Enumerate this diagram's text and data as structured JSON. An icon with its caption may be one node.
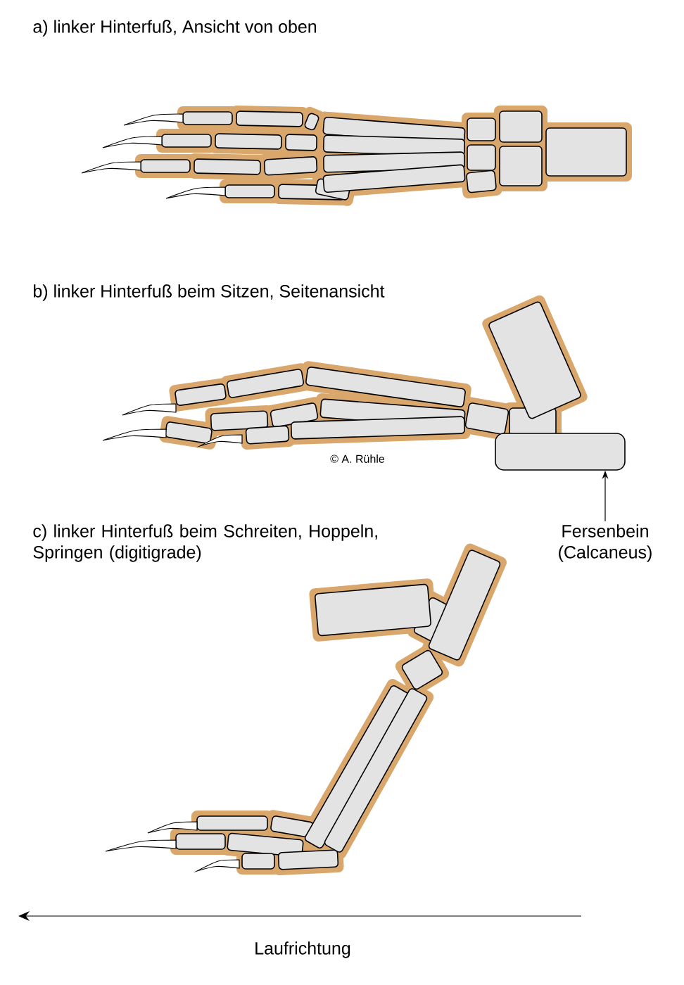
{
  "diagram": {
    "nodes": [
      {
        "text": [
          "Fersenbein (Calcaneus)"
        ]
      },
      {
        "text": [],
        "shape": "box"
      }
    ],
    "edges": [
      {
        "from": 0,
        "to": 1,
        "arrow": "to"
      }
    ],
    "labels": [
      "a) linker Hinterfuß, Ansicht von oben",
      "b) linker Hinterfuß beim Sitzen, Seitenansicht",
      "© A. Rühle",
      "c) linker Hinterfuß beim Schreiten, Hoppeln, Springen (digitigrade)",
      "Laufrichtung"
    ]
  }
}
